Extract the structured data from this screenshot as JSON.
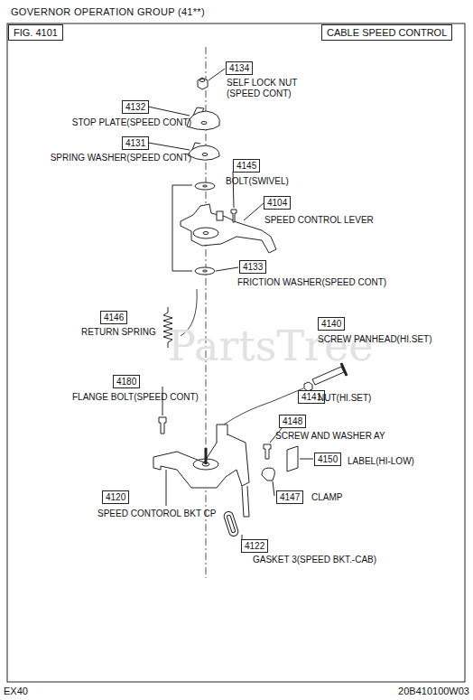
{
  "diagram": {
    "title": "GOVERNOR OPERATION GROUP (41**)",
    "nodes": [
      {
        "text": [
          "FIG. 4101"
        ]
      },
      {
        "text": [
          "CABLE SPEED CONTROL"
        ]
      },
      {
        "text": [
          "4134"
        ]
      },
      {
        "text": [
          "4132"
        ]
      },
      {
        "text": [
          "4131"
        ]
      },
      {
        "text": [
          "4145"
        ]
      },
      {
        "text": [
          "4104"
        ]
      },
      {
        "text": [
          "4133"
        ]
      },
      {
        "text": [
          "4146"
        ]
      },
      {
        "text": [
          "4140"
        ]
      },
      {
        "text": [
          "4180"
        ]
      },
      {
        "text": [
          "4141"
        ]
      },
      {
        "text": [
          "4148"
        ]
      },
      {
        "text": [
          "4150"
        ]
      },
      {
        "text": [
          "4120"
        ]
      },
      {
        "text": [
          "4147"
        ]
      },
      {
        "text": [
          "4122"
        ]
      }
    ],
    "labels": [
      "SELF LOCK NUT (SPEED CONT)",
      "STOP PLATE(SPEED CONT)",
      "SPRING WASHER(SPEED CONT)",
      "BOLT(SWIVEL)",
      "SPEED CONTROL LEVER",
      "FRICTION WASHER(SPEED CONT)",
      "RETURN SPRING",
      "SCREW PANHEAD(HI.SET)",
      "FLANGE BOLT(SPEED CONT)",
      "NUT(HI.SET)",
      "SCREW AND WASHER AY",
      "LABEL(HI-LOW)",
      "SPEED CONTOROL BKT CP",
      "CLAMP",
      "GASKET 3(SPEED BKT.-CAB)",
      "PartsTree",
      "EX40",
      "20B410100W03"
    ]
  }
}
